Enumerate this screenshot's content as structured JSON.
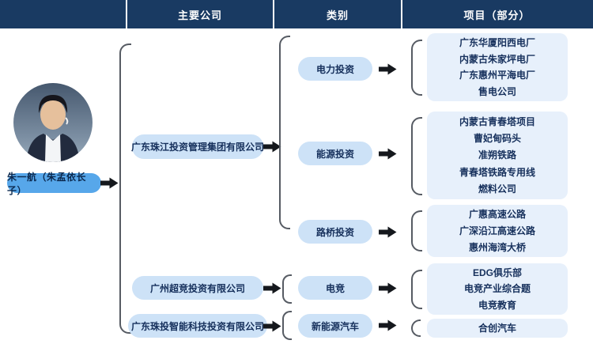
{
  "header": {
    "columns": [
      {
        "label": ""
      },
      {
        "label": "主要公司"
      },
      {
        "label": "类别"
      },
      {
        "label": "项目（部分）"
      }
    ]
  },
  "person": {
    "badge_label": "朱一航（朱孟依长子）",
    "avatar_description": "portrait-photo-of-man-in-dark-suit"
  },
  "companies": [
    {
      "name": "广东珠江投资管理集团有限公司"
    },
    {
      "name": "广州超竞投资有限公司"
    },
    {
      "name": "广东珠投智能科技投资有限公司"
    }
  ],
  "categories": [
    {
      "label": "电力投资"
    },
    {
      "label": "能源投资"
    },
    {
      "label": "路桥投资"
    },
    {
      "label": "电竞"
    },
    {
      "label": "新能源汽车"
    }
  ],
  "project_groups": [
    {
      "category": "电力投资",
      "projects": [
        "广东华厦阳西电厂",
        "内蒙古朱家坪电厂",
        "广东惠州平海电厂",
        "售电公司"
      ]
    },
    {
      "category": "能源投资",
      "projects": [
        "内蒙古青春塔项目",
        "曹妃甸码头",
        "准朔铁路",
        "青春塔铁路专用线",
        "燃料公司"
      ]
    },
    {
      "category": "路桥投资",
      "projects": [
        "广惠高速公路",
        "广深沿江高速公路",
        "惠州海湾大桥"
      ]
    },
    {
      "category": "电竞",
      "projects": [
        "EDG俱乐部",
        "电竞产业综合题",
        "电竞教育"
      ]
    },
    {
      "category": "新能源汽车",
      "projects": [
        "合创汽车"
      ]
    }
  ],
  "colors": {
    "header_navy": "#193a62",
    "badge_blue": "#57a7ea",
    "pill_blue": "#cde2f7",
    "project_box_blue": "#e7f0fb",
    "text_navy": "#16305c",
    "bracket_gray": "#565b63",
    "arrow_black": "#15181d"
  }
}
